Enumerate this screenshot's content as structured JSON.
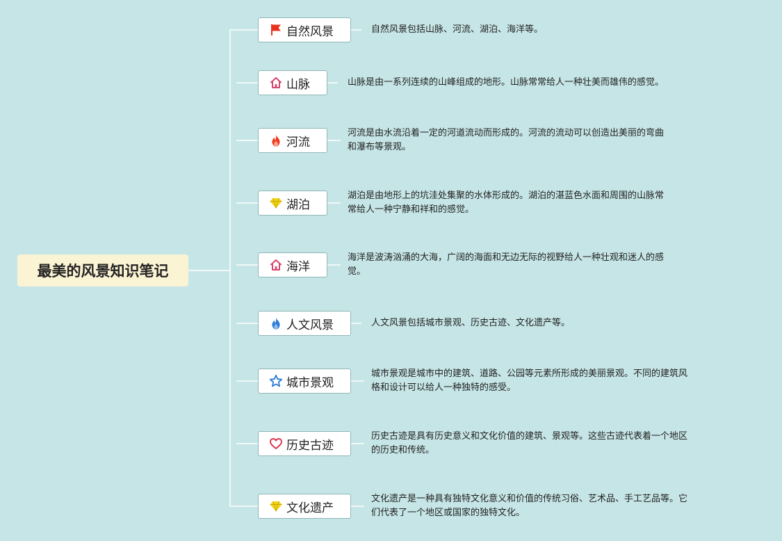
{
  "root": {
    "title": "最美的风景知识笔记"
  },
  "colors": {
    "background": "#c6e5e6",
    "root_fill": "#fbf4d4",
    "node_fill": "#ffffff",
    "node_border": "#8fb6b6",
    "connector": "#ffffff",
    "flag": "#e8321e",
    "house": "#d8466b",
    "fire": "#ee3b1c",
    "gem": "#f1d51c",
    "water_flame": "#2a7bd8",
    "star": "#2a7bd8",
    "heart": "#d8354a"
  },
  "branches": [
    {
      "label": "自然风景",
      "icon": "flag-icon",
      "desc": [
        "自然风景包括山脉、河流、湖泊、海洋等。"
      ]
    },
    {
      "label": "山脉",
      "icon": "house-icon",
      "desc": [
        "山脉是由一系列连续的山峰组成的地形。山脉常常给人一种壮美而雄伟的感觉。"
      ]
    },
    {
      "label": "河流",
      "icon": "fire-icon",
      "desc": [
        "河流是由水流沿着一定的河道流动而形成的。河流的流动可以创造出美丽的弯曲",
        "和瀑布等景观。"
      ]
    },
    {
      "label": "湖泊",
      "icon": "gem-icon",
      "desc": [
        "湖泊是由地形上的坑洼处集聚的水体形成的。湖泊的湛蓝色水面和周围的山脉常",
        "常给人一种宁静和祥和的感觉。"
      ]
    },
    {
      "label": "海洋",
      "icon": "house-icon",
      "desc": [
        "海洋是波涛汹涌的大海，广阔的海面和无边无际的视野给人一种壮观和迷人的感",
        "觉。"
      ]
    },
    {
      "label": "人文风景",
      "icon": "water-flame-icon",
      "desc": [
        "人文风景包括城市景观、历史古迹、文化遗产等。"
      ]
    },
    {
      "label": "城市景观",
      "icon": "star-icon",
      "desc": [
        "城市景观是城市中的建筑、道路、公园等元素所形成的美丽景观。不同的建筑风",
        "格和设计可以给人一种独特的感受。"
      ]
    },
    {
      "label": "历史古迹",
      "icon": "heart-icon",
      "desc": [
        "历史古迹是具有历史意义和文化价值的建筑、景观等。这些古迹代表着一个地区",
        "的历史和传统。"
      ]
    },
    {
      "label": "文化遗产",
      "icon": "gem-icon",
      "desc": [
        "文化遗产是一种具有独特文化意义和价值的传统习俗、艺术品、手工艺品等。它",
        "们代表了一个地区或国家的独特文化。"
      ]
    }
  ]
}
